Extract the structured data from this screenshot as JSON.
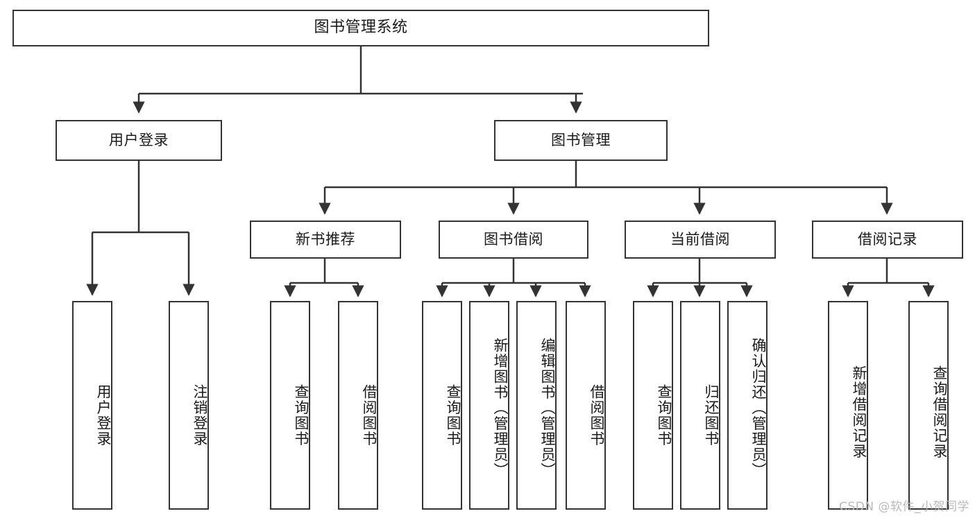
{
  "diagram": {
    "title": "图书管理系统",
    "watermark": "CSDN @软件_小贺同学",
    "accent_color": "#333333",
    "background_color": "#ffffff",
    "nodes": {
      "root": {
        "label": "图书管理系统"
      },
      "level1": [
        {
          "id": "user-login",
          "label": "用户登录"
        },
        {
          "id": "book-manage",
          "label": "图书管理"
        }
      ],
      "level2": [
        {
          "id": "new-book-recommend",
          "label": "新书推荐"
        },
        {
          "id": "book-borrow",
          "label": "图书借阅"
        },
        {
          "id": "current-borrow",
          "label": "当前借阅"
        },
        {
          "id": "borrow-record",
          "label": "借阅记录"
        }
      ],
      "leaves": [
        {
          "id": "leaf-user-login",
          "label": "用户登录",
          "parent": "user-login"
        },
        {
          "id": "leaf-logout-login",
          "label": "注销登录",
          "parent": "user-login"
        },
        {
          "id": "leaf-query-book-1",
          "label": "查询图书",
          "parent": "new-book-recommend"
        },
        {
          "id": "leaf-borrow-book-1",
          "label": "借阅图书",
          "parent": "new-book-recommend"
        },
        {
          "id": "leaf-query-book-2",
          "label": "查询图书",
          "parent": "book-borrow"
        },
        {
          "id": "leaf-add-book-admin",
          "label": "新增图书（管理员）",
          "parent": "book-borrow"
        },
        {
          "id": "leaf-edit-book-admin",
          "label": "编辑图书（管理员）",
          "parent": "book-borrow"
        },
        {
          "id": "leaf-borrow-book-2",
          "label": "借阅图书",
          "parent": "book-borrow"
        },
        {
          "id": "leaf-query-book-3",
          "label": "查询图书",
          "parent": "current-borrow"
        },
        {
          "id": "leaf-return-book",
          "label": "归还图书",
          "parent": "current-borrow"
        },
        {
          "id": "leaf-confirm-return-admin",
          "label": "确认归还（管理员）",
          "parent": "current-borrow"
        },
        {
          "id": "leaf-add-borrow-record",
          "label": "新增借阅记录",
          "parent": "borrow-record"
        },
        {
          "id": "leaf-query-borrow-record",
          "label": "查询借阅记录",
          "parent": "borrow-record"
        }
      ]
    }
  },
  "chart_data": {
    "type": "diagram",
    "subtype": "tree",
    "title": "图书管理系统",
    "orientation": "top-down",
    "edges": [
      {
        "from": "图书管理系统",
        "to": "用户登录"
      },
      {
        "from": "图书管理系统",
        "to": "图书管理"
      },
      {
        "from": "用户登录",
        "to": "用户登录"
      },
      {
        "from": "用户登录",
        "to": "注销登录"
      },
      {
        "from": "图书管理",
        "to": "新书推荐"
      },
      {
        "from": "图书管理",
        "to": "图书借阅"
      },
      {
        "from": "图书管理",
        "to": "当前借阅"
      },
      {
        "from": "图书管理",
        "to": "借阅记录"
      },
      {
        "from": "新书推荐",
        "to": "查询图书"
      },
      {
        "from": "新书推荐",
        "to": "借阅图书"
      },
      {
        "from": "图书借阅",
        "to": "查询图书"
      },
      {
        "from": "图书借阅",
        "to": "新增图书（管理员）"
      },
      {
        "from": "图书借阅",
        "to": "编辑图书（管理员）"
      },
      {
        "from": "图书借阅",
        "to": "借阅图书"
      },
      {
        "from": "当前借阅",
        "to": "查询图书"
      },
      {
        "from": "当前借阅",
        "to": "归还图书"
      },
      {
        "from": "当前借阅",
        "to": "确认归还（管理员）"
      },
      {
        "from": "借阅记录",
        "to": "新增借阅记录"
      },
      {
        "from": "借阅记录",
        "to": "查询借阅记录"
      }
    ]
  }
}
